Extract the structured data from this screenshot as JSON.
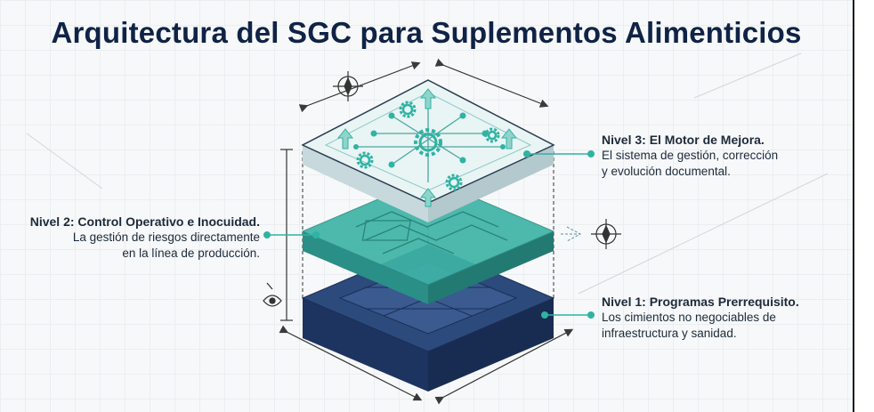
{
  "title": "Arquitectura del SGC para Suplementos Alimenticios",
  "levels": [
    {
      "heading": "Nivel 3: El Motor de Mejora.",
      "desc_line1": "El sistema de gestión, corrección",
      "desc_line2": "y evolución documental."
    },
    {
      "heading": "Nivel 2: Control Operativo e Inocuidad.",
      "desc_line1": "La gestión de riesgos directamente",
      "desc_line2": "en la línea de producción."
    },
    {
      "heading": "Nivel 1: Programas Prerrequisito.",
      "desc_line1": "Los cimientos no negociables de",
      "desc_line2": "infraestructura y sanidad."
    }
  ],
  "colors": {
    "title": "#0f2346",
    "base_top": "#2d4a7c",
    "base_side": "#1d3461",
    "middle_top": "#3fb3a6",
    "top_plate": "#e9f4f4",
    "accent": "#2fb3a3"
  },
  "icons": [
    "compass-icon",
    "gear-icon",
    "arrow-up-icon",
    "eye-icon",
    "compass-icon"
  ]
}
